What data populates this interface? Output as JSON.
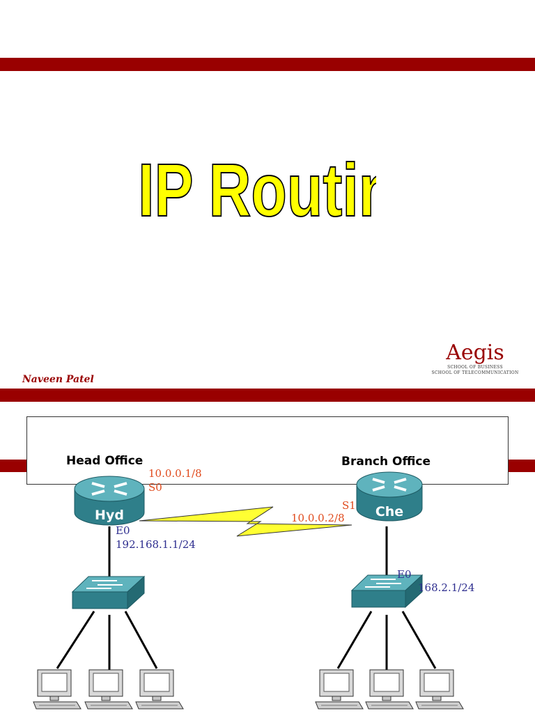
{
  "slide1": {
    "title": "IP Routing",
    "author": "Naveen Patel",
    "logo": {
      "name": "Aegis",
      "line1": "SCHOOL OF BUSINESS",
      "line2": "SCHOOL OF TELECOMMUNICATION"
    },
    "colors": {
      "bar": "#990000",
      "title_fill": "#ffff00",
      "title_stroke": "#000000"
    }
  },
  "slide2": {
    "head_office": {
      "title": "Head Office",
      "router_name": "Hyd",
      "serial_ip": "10.0.0.1/8",
      "serial_if": "S0",
      "eth_if": "E0",
      "eth_ip": "192.168.1.1/24"
    },
    "branch_office": {
      "title": "Branch Office",
      "router_name": "Che",
      "serial_if": "S1",
      "serial_ip": "10.0.0.2/8",
      "eth_if": "E0",
      "eth_ip": "168.2.1/24"
    },
    "colors": {
      "router": "#3a8e99",
      "link": "#ffff33",
      "ip_serial": "#e04a1c",
      "ip_eth": "#2e2e8f"
    }
  }
}
